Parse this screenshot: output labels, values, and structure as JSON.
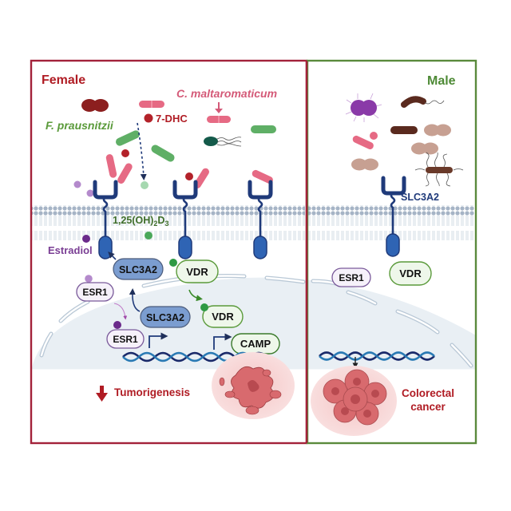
{
  "panels": {
    "female": {
      "title": "Female",
      "border_color": "#a3223a",
      "labels": {
        "c_maltaromaticum": "C. maltaromaticum",
        "f_prausnitzii": "F. prausnitzii",
        "seven_dhc": "7-DHC",
        "vitd_main": "1,25(OH)",
        "vitd_sub2": "2",
        "vitd_D": "D",
        "vitd_sub3": "3",
        "estradiol": "Estradiol",
        "slc3a2_cyto": "SLC3A2",
        "slc3a2_nuc": "SLC3A2",
        "vdr_cyto": "VDR",
        "vdr_nuc": "VDR",
        "esr1_cyto": "ESR1",
        "esr1_nuc": "ESR1",
        "camp": "CAMP",
        "outcome": "Tumorigenesis"
      }
    },
    "male": {
      "title": "Male",
      "border_color": "#5a8a3c",
      "labels": {
        "slc3a2": "SLC3A2",
        "esr1": "ESR1",
        "vdr": "VDR",
        "outcome_line1": "Colorectal",
        "outcome_line2": "cancer"
      }
    }
  },
  "colors": {
    "female_text": "#b01c24",
    "male_text": "#4e8a36",
    "c_malta_text": "#d45a78",
    "f_praus_text": "#5a9a3a",
    "estradiol_text": "#7a3e94",
    "vitd_text": "#3f6e2a",
    "receptor": "#1f3a7a",
    "receptor_body": "#2f64b4",
    "slc3a2_fill": "#7b9dd0",
    "vdr_fill": "#eef7ea",
    "vdr_stroke": "#5a9a3a",
    "esr1_fill": "#f6f1fa",
    "esr1_stroke": "#7a5a9a",
    "membrane": "#a9b9cc",
    "nucleus": "#eaf0f4"
  }
}
